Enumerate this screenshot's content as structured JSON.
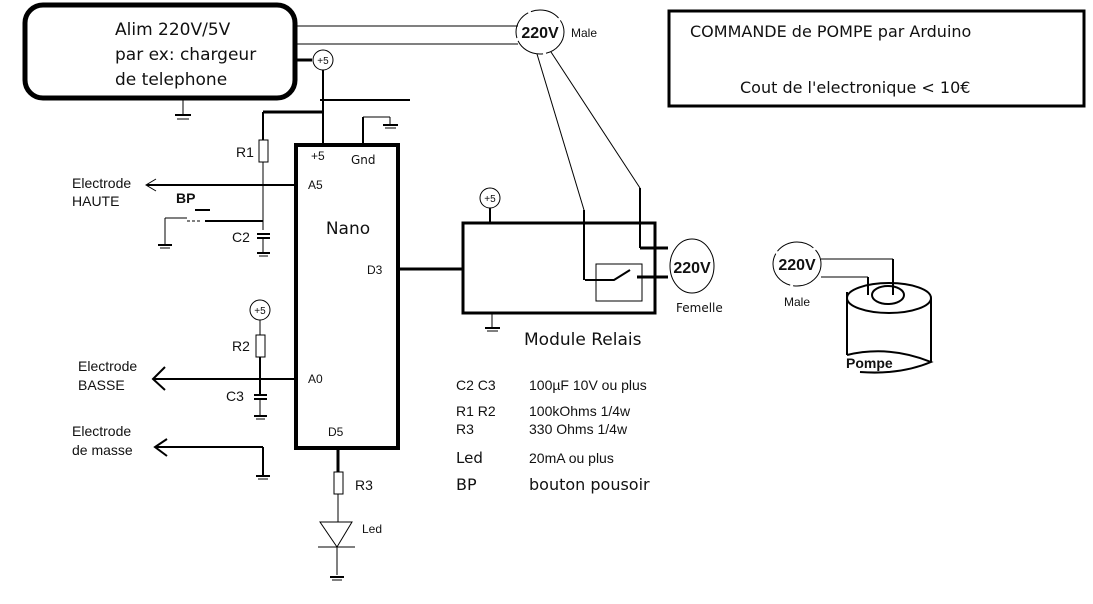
{
  "title_box": {
    "title": "COMMANDE de POMPE par Arduino",
    "cost": "Cout de l'electronique < 10€"
  },
  "power_supply": {
    "line1": "Alim 220V/5V",
    "line2": "par ex: chargeur",
    "line3": "de telephone"
  },
  "supply_labels": {
    "plus5": "+5"
  },
  "plugs": {
    "top_voltage": "220V",
    "top_type": "Male",
    "relay_voltage": "220V",
    "relay_type": "Femelle",
    "pump_voltage": "220V",
    "pump_type": "Male"
  },
  "nano": {
    "name": "Nano",
    "pins": {
      "plus5": "+5",
      "gnd": "Gnd",
      "a5": "A5",
      "d3": "D3",
      "a0": "A0",
      "d5": "D5"
    }
  },
  "components": {
    "r1": "R1",
    "r2": "R2",
    "r3": "R3",
    "c2": "C2",
    "c3": "C3",
    "bp": "BP",
    "led": "Led"
  },
  "electrodes": {
    "high_l1": "Electrode",
    "high_l2": "HAUTE",
    "low_l1": "Electrode",
    "low_l2": "BASSE",
    "ground_l1": "Electrode",
    "ground_l2": "de masse"
  },
  "relay": {
    "label": "Module Relais"
  },
  "pump": {
    "label": "Pompe"
  },
  "bom": [
    {
      "ref": "C2 C3",
      "value": "100µF  10V ou plus"
    },
    {
      "ref": "R1 R2",
      "value": "100kOhms 1/4w"
    },
    {
      "ref": "R3",
      "value": "330 Ohms  1/4w"
    },
    {
      "ref": "Led",
      "value": "20mA ou plus"
    },
    {
      "ref": "BP",
      "value": "bouton pousoir"
    }
  ]
}
